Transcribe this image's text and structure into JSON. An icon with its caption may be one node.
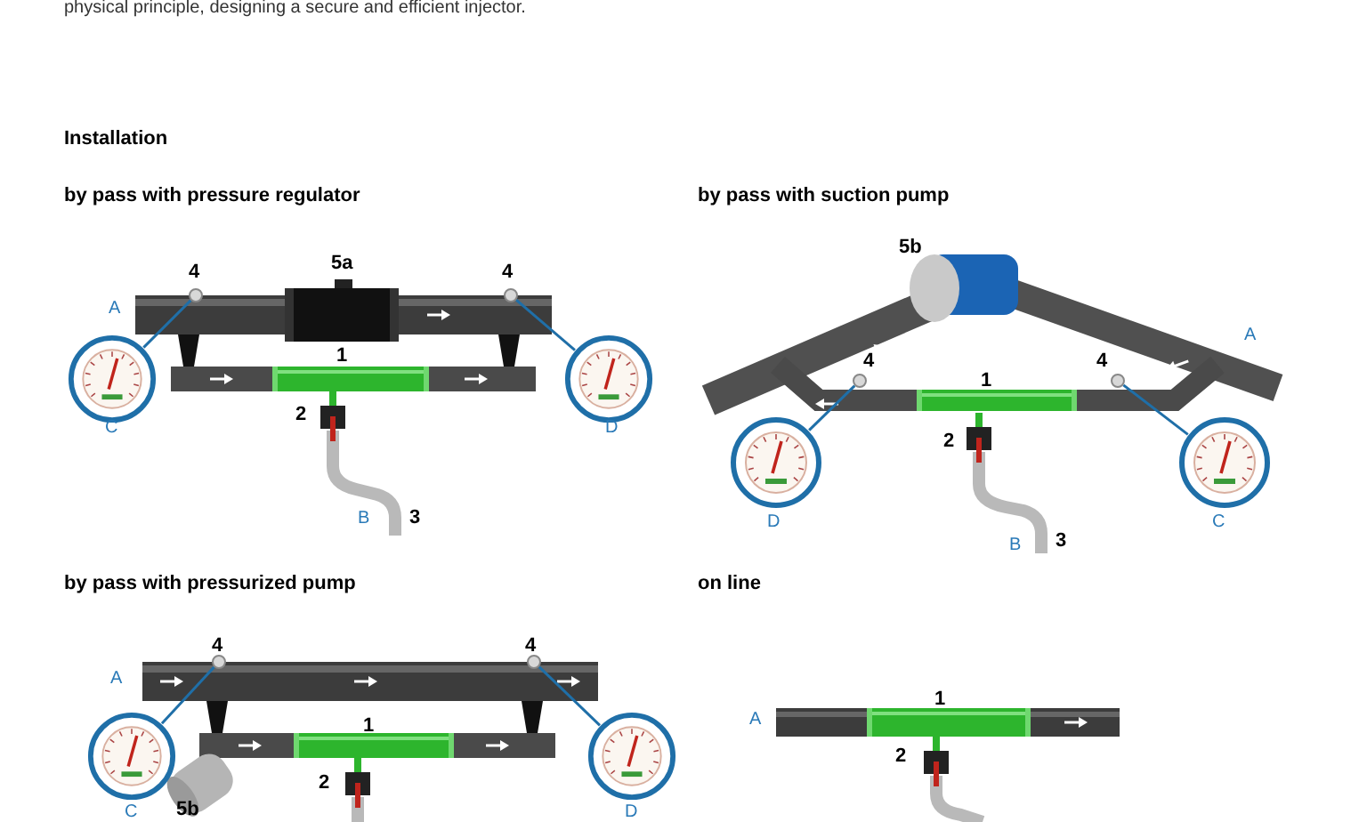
{
  "diagram": {
    "nodes": [
      {
        "text": [],
        "shape": "circle"
      },
      {
        "text": [],
        "shape": "circle"
      },
      {
        "text": [],
        "shape": "circle"
      },
      {
        "text": [],
        "shape": "circle"
      },
      {
        "text": [],
        "shape": "circle"
      },
      {
        "text": [],
        "shape": "circle"
      },
      {
        "text": [],
        "shape": "circle"
      },
      {
        "text": [],
        "shape": "circle"
      },
      {
        "text": [],
        "shape": "circle"
      },
      {
        "text": [],
        "shape": "circle"
      },
      {
        "text": [],
        "shape": "circle"
      },
      {
        "text": [],
        "shape": "circle"
      }
    ],
    "edges": [
      {
        "from": 0,
        "to": 6,
        "arrow": "none"
      },
      {
        "from": 1,
        "to": 7,
        "arrow": "none"
      },
      {
        "from": 2,
        "to": 8,
        "arrow": "none"
      },
      {
        "from": 3,
        "to": 9,
        "arrow": "none"
      },
      {
        "from": 4,
        "to": 10,
        "arrow": "none"
      },
      {
        "from": 5,
        "to": 11,
        "arrow": "none"
      }
    ],
    "labels": [
      "physical principle, designing a secure and efficient injector.",
      "Installation",
      "by pass with pressure regulator",
      "by pass with suction pump",
      "4",
      "5a",
      "4",
      "A",
      "1",
      "2",
      "C",
      "D",
      "B",
      "3",
      "5b",
      "A",
      "4",
      "1",
      "4",
      "2",
      "D",
      "C",
      "B",
      "3",
      "by pass with pressurized pump",
      "on line",
      "4",
      "4",
      "A",
      "1",
      "C",
      "D",
      "2",
      "5b",
      "1",
      "A",
      "2"
    ]
  }
}
